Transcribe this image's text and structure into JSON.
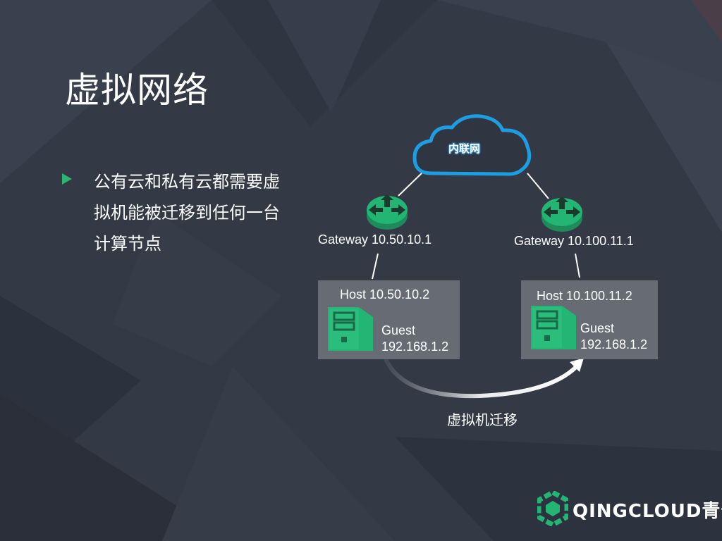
{
  "slide": {
    "title": "虚拟网络",
    "bullet": "公有云和私有云都需要虚拟机能被迁移到任何一台计算节点"
  },
  "diagram": {
    "cloud_label": "内联网",
    "gateways": [
      {
        "label": "Gateway 10.50.10.1"
      },
      {
        "label": "Gateway 10.100.11.1"
      }
    ],
    "hosts": [
      {
        "label": "Host 10.50.10.2",
        "guest_label": "Guest",
        "guest_ip": "192.168.1.2"
      },
      {
        "label": "Host 10.100.11.2",
        "guest_label": "Guest",
        "guest_ip": "192.168.1.2"
      }
    ],
    "migration_label": "虚拟机迁移"
  },
  "brand": {
    "name": "QINGCLOUD青云",
    "icon": "qingcloud-logo-icon"
  },
  "colors": {
    "background": "#333a46",
    "accent_green": "#2bb673",
    "cloud_blue": "#1e9de0",
    "host_box": "#6b7078"
  }
}
